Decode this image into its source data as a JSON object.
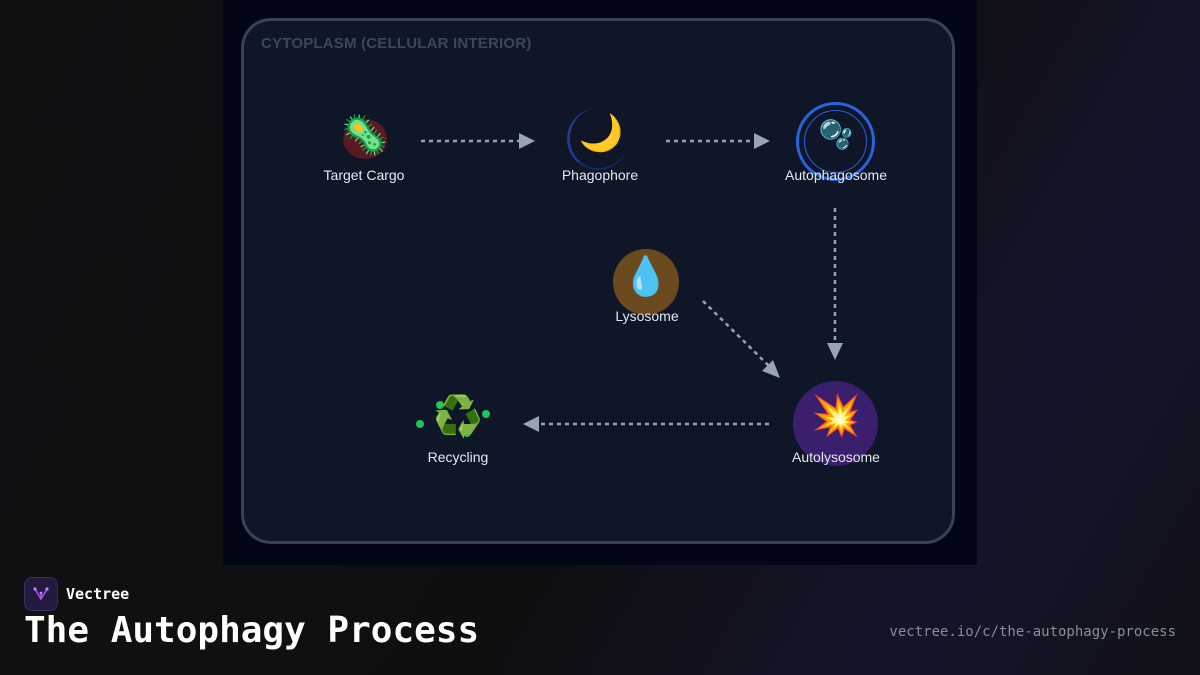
{
  "diagram": {
    "region_label": "CYTOPLASM (CELLULAR INTERIOR)",
    "nodes": {
      "target_cargo": {
        "label": "Target Cargo",
        "icon": "microbe-icon",
        "glyph": "🦠"
      },
      "phagophore": {
        "label": "Phagophore",
        "icon": "crescent-moon-icon",
        "glyph": "🌙"
      },
      "autophagosome": {
        "label": "Autophagosome",
        "icon": "bubbles-icon",
        "glyph": "🫧"
      },
      "lysosome": {
        "label": "Lysosome",
        "icon": "droplet-icon",
        "glyph": "💧"
      },
      "autolysosome": {
        "label": "Autolysosome",
        "icon": "collision-icon",
        "glyph": "💥"
      },
      "recycling": {
        "label": "Recycling",
        "icon": "recycle-icon",
        "glyph": "♻️"
      }
    },
    "edges": [
      {
        "from": "target_cargo",
        "to": "phagophore"
      },
      {
        "from": "phagophore",
        "to": "autophagosome"
      },
      {
        "from": "autophagosome",
        "to": "autolysosome"
      },
      {
        "from": "lysosome",
        "to": "autolysosome"
      },
      {
        "from": "autolysosome",
        "to": "recycling"
      }
    ],
    "colors": {
      "arrow": "#9aa3b5",
      "autophagosome_ring": "#2b62de",
      "lysosome_fill": "#6a4a1e",
      "autolysosome_fill": "#3a1f6c",
      "recycling_dots": "#22c55e"
    }
  },
  "footer": {
    "brand_name": "Vectree",
    "brand_icon": "vectree-logo-icon",
    "title": "The Autophagy Process",
    "url": "vectree.io/c/the-autophagy-process"
  }
}
